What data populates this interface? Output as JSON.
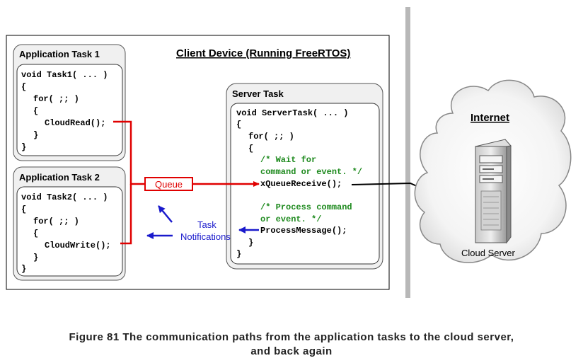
{
  "client": {
    "title": "Client Device (Running FreeRTOS)"
  },
  "task1": {
    "title": "Application Task 1",
    "lines": [
      "void Task1( ... )",
      "{",
      "for( ;; )",
      "{",
      "CloudRead();",
      "}",
      "}"
    ]
  },
  "task2": {
    "title": "Application Task 2",
    "lines": [
      "void Task2( ... )",
      "{",
      "for( ;; )",
      "{",
      "CloudWrite();",
      "}",
      "}"
    ]
  },
  "server": {
    "title": "Server Task",
    "lines": [
      "void ServerTask( ... )",
      "{",
      "for( ;; )",
      "{",
      "/* Wait for",
      "command or event. */",
      "xQueueReceive();",
      "/* Process command",
      "or event. */",
      "ProcessMessage();",
      "}",
      "}"
    ]
  },
  "queue_label": "Queue",
  "notifications": {
    "line1": "Task",
    "line2": "Notifications"
  },
  "internet": {
    "title": "Internet",
    "server_label": "Cloud Server"
  },
  "caption": {
    "line1": "Figure 81 The communication paths from the application tasks to the cloud server,",
    "line2": "and back again"
  },
  "colors": {
    "red": "#e00000",
    "blue": "#1a1acc",
    "green": "#1e8a1e"
  }
}
